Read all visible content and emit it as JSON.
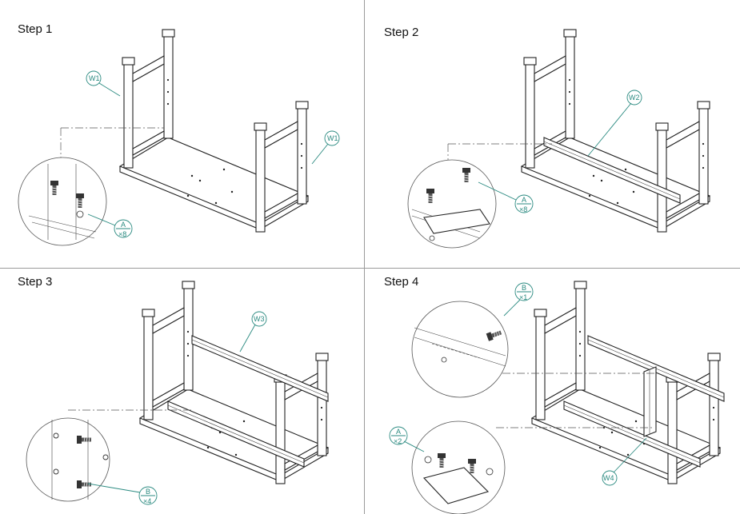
{
  "steps": [
    {
      "title": "Step 1",
      "labels": {
        "w_left": "W1",
        "w_right": "W1",
        "part": "A",
        "qty": "×8"
      }
    },
    {
      "title": "Step 2",
      "labels": {
        "w": "W2",
        "part": "A",
        "qty": "×8"
      }
    },
    {
      "title": "Step 3",
      "labels": {
        "w": "W3",
        "part": "B",
        "qty": "×4"
      }
    },
    {
      "title": "Step 4",
      "labels": {
        "w": "W4",
        "part_b": "B",
        "qty_b": "×1",
        "part_a": "A",
        "qty_a": "×2"
      }
    }
  ],
  "colors": {
    "accent": "#2a8a80",
    "line": "#222222",
    "divider": "#9a9a9a"
  }
}
